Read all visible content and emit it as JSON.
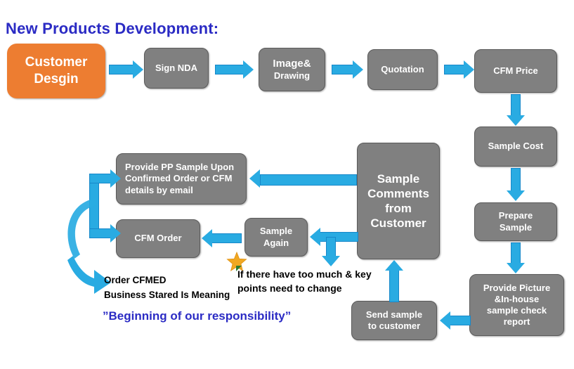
{
  "title": "New Products Development:",
  "colors": {
    "accent_blue_text": "#2B2BC4",
    "arrow_blue": "#29ABE2",
    "box_gray": "#808080",
    "box_orange": "#ED7D31",
    "star_gold": "#F0A822"
  },
  "nodes": {
    "customer_design": {
      "line1": "Customer",
      "line2": "Desgin"
    },
    "sign_nda": {
      "line1": "Sign NDA"
    },
    "image_drawing": {
      "line1": "Image&",
      "line2": "Drawing"
    },
    "quotation": {
      "line1": "Quotation"
    },
    "cfm_price": {
      "line1": "CFM Price"
    },
    "sample_cost": {
      "line1": "Sample Cost"
    },
    "prepare_sample": {
      "line1": "Prepare",
      "line2": "Sample"
    },
    "provide_picture": {
      "line1": "Provide Picture",
      "line2": "&In-house",
      "line3": "sample check",
      "line4": "report"
    },
    "send_sample": {
      "line1": "Send sample",
      "line2": "to customer"
    },
    "sample_comments": {
      "line1": "Sample",
      "line2": "Comments",
      "line3": "from",
      "line4": "Customer"
    },
    "provide_pp_sample": {
      "line1": "Provide PP Sample Upon",
      "line2": "Confirmed Order or CFM",
      "line3": "details by email"
    },
    "cfm_order": {
      "line1": "CFM Order"
    },
    "sample_again": {
      "line1": "Sample",
      "line2": "Again"
    }
  },
  "annotations": {
    "key_points": {
      "line1": "If there have too much & key",
      "line2": "points need to change"
    },
    "order_cfmed": {
      "line1": "Order CFMED",
      "line2": "Business Stared Is  Meaning"
    },
    "responsibility": "”Beginning of our responsibility”"
  },
  "icons": {
    "star": "star-icon",
    "green_triangle": "green-triangle-icon"
  }
}
